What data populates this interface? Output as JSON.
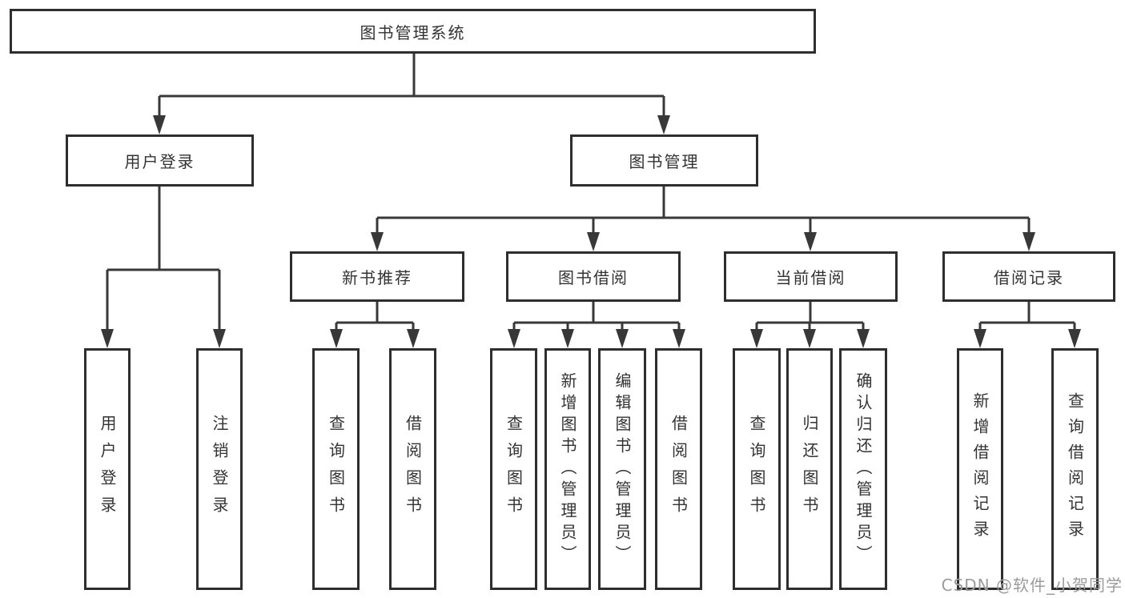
{
  "root": {
    "label": "图书管理系统"
  },
  "level2": [
    {
      "id": "user-login",
      "label": "用户登录",
      "parent": "root"
    },
    {
      "id": "book-management",
      "label": "图书管理",
      "parent": "root"
    }
  ],
  "level3": [
    {
      "id": "new-book-recommendation",
      "label": "新书推荐",
      "parent": "book-management"
    },
    {
      "id": "book-borrowing",
      "label": "图书借阅",
      "parent": "book-management"
    },
    {
      "id": "current-borrowing",
      "label": "当前借阅",
      "parent": "book-management"
    },
    {
      "id": "borrowing-records",
      "label": "借阅记录",
      "parent": "book-management"
    }
  ],
  "leaves": [
    {
      "id": "user-login-leaf",
      "label": "用户登录",
      "parent": "user-login"
    },
    {
      "id": "logout",
      "label": "注销登录",
      "parent": "user-login"
    },
    {
      "id": "nb-query-books",
      "label": "查询图书",
      "parent": "new-book-recommendation"
    },
    {
      "id": "nb-borrow-books",
      "label": "借阅图书",
      "parent": "new-book-recommendation"
    },
    {
      "id": "bb-query-books",
      "label": "查询图书",
      "parent": "book-borrowing"
    },
    {
      "id": "bb-add-books-admin",
      "label": "新增图书（管理员）",
      "parent": "book-borrowing"
    },
    {
      "id": "bb-edit-books-admin",
      "label": "编辑图书（管理员）",
      "parent": "book-borrowing"
    },
    {
      "id": "bb-borrow-books",
      "label": "借阅图书",
      "parent": "book-borrowing"
    },
    {
      "id": "cb-query-books",
      "label": "查询图书",
      "parent": "current-borrowing"
    },
    {
      "id": "cb-return-books",
      "label": "归还图书",
      "parent": "current-borrowing"
    },
    {
      "id": "cb-confirm-return-admin",
      "label": "确认归还（管理员）",
      "parent": "current-borrowing"
    },
    {
      "id": "br-add-record",
      "label": "新增借阅记录",
      "parent": "borrowing-records"
    },
    {
      "id": "br-query-record",
      "label": "查询借阅记录",
      "parent": "borrowing-records"
    }
  ],
  "watermark": "CSDN @软件_小贺同学",
  "colors": {
    "line": "#383838",
    "box_border": "#2e2e2e",
    "text": "#333333",
    "watermark": "#9b9b9b",
    "background": "#ffffff"
  }
}
